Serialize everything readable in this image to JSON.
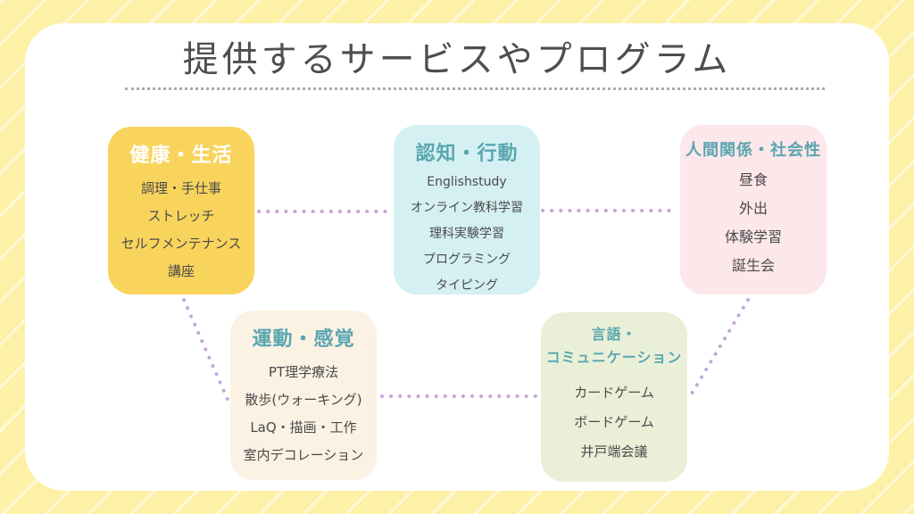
{
  "title": "提供するサービスやプログラム",
  "colors": {
    "background": "#fdf1a8",
    "card": "#ffffff",
    "health_box": "#f9d45c",
    "cognition_box": "#d4f0f2",
    "social_box": "#fce7ea",
    "motion_box": "#fbf2e3",
    "language_box": "#eaf0d8",
    "heading_teal": "#5aa6b0",
    "connector": "#c9a6d8"
  },
  "categories": {
    "health": {
      "heading": "健康・生活",
      "items": [
        "調理・手仕事",
        "ストレッチ",
        "セルフメンテナンス",
        "講座"
      ]
    },
    "cognition": {
      "heading": "認知・行動",
      "items": [
        "Englishstudy",
        "オンライン教科学習",
        "理科実験学習",
        "プログラミング",
        "タイピング"
      ]
    },
    "social": {
      "heading": "人間関係・社会性",
      "items": [
        "昼食",
        "外出",
        "体験学習",
        "誕生会"
      ]
    },
    "motion": {
      "heading": "運動・感覚",
      "items": [
        "PT理学療法",
        "散歩(ウォーキング)",
        "LaQ・描画・工作",
        "室内デコレーション"
      ]
    },
    "language": {
      "heading_lines": [
        "言語・",
        "コミュニケーション"
      ],
      "items": [
        "カードゲーム",
        "ボードゲーム",
        "井戸端会議"
      ]
    }
  }
}
